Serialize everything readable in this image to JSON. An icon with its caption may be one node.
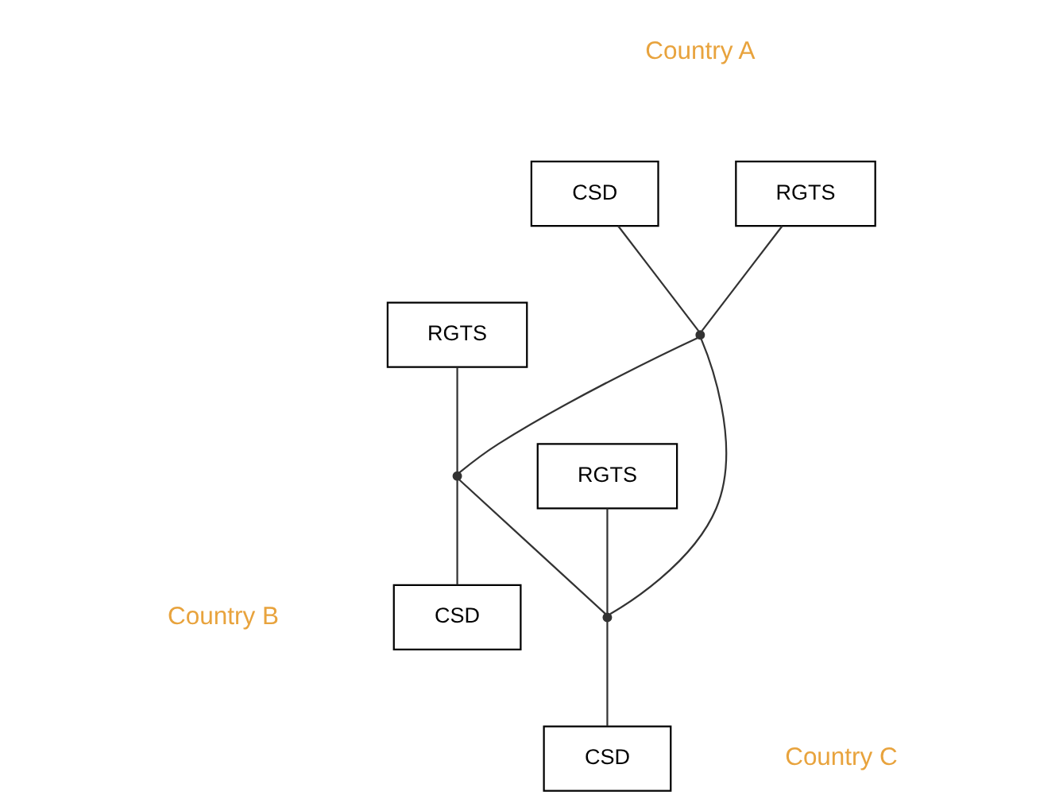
{
  "diagram": {
    "nodes": [
      {
        "text": [
          "CSD"
        ]
      },
      {
        "text": [
          "RGTS"
        ]
      },
      {
        "text": [],
        "shape": "point"
      },
      {
        "text": [
          "RGTS"
        ]
      },
      {
        "text": [],
        "shape": "point"
      },
      {
        "text": [
          "RGTS"
        ]
      },
      {
        "text": [],
        "shape": "point"
      },
      {
        "text": [
          "CSD"
        ]
      },
      {
        "text": [
          "CSD"
        ]
      }
    ],
    "edges": [
      {
        "from": 0,
        "to": 2,
        "arrow": "none"
      },
      {
        "from": 1,
        "to": 2,
        "arrow": "none"
      },
      {
        "from": 2,
        "to": 4,
        "arrow": "none"
      },
      {
        "from": 2,
        "to": 6,
        "arrow": "none"
      },
      {
        "from": 4,
        "to": 6,
        "arrow": "none"
      },
      {
        "from": 3,
        "to": 4,
        "arrow": "none"
      },
      {
        "from": 5,
        "to": 6,
        "arrow": "none"
      },
      {
        "from": 4,
        "to": 7,
        "arrow": "none"
      },
      {
        "from": 6,
        "to": 8,
        "arrow": "none"
      }
    ],
    "labels": [
      "Country A",
      "Country B",
      "Country C"
    ]
  }
}
